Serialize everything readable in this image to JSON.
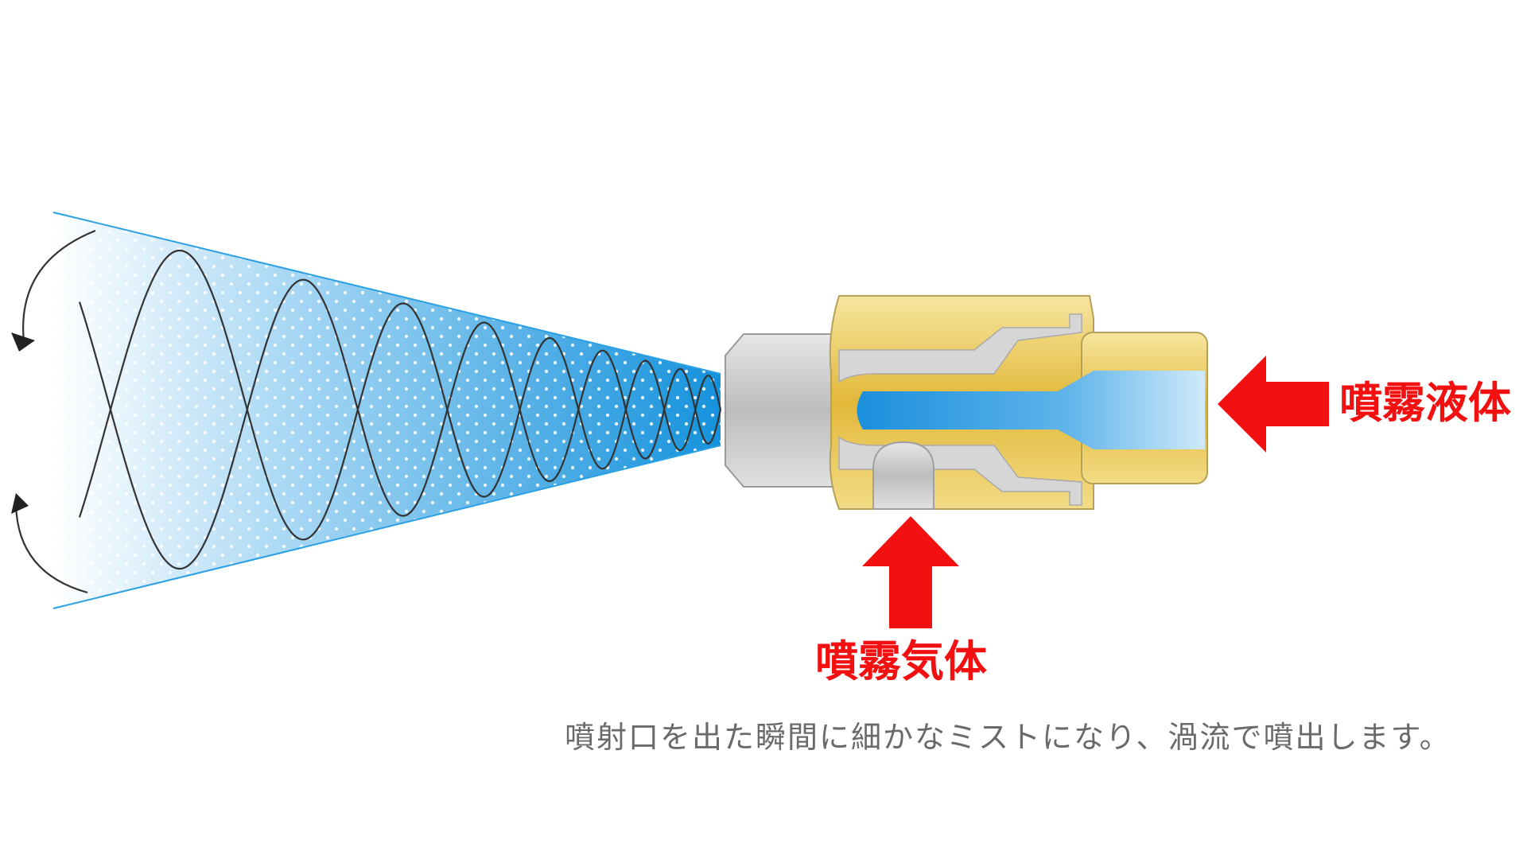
{
  "labels": {
    "liquid": "噴霧液体",
    "gas": "噴霧気体"
  },
  "caption": "噴射口を出た瞬間に細かなミストになり、渦流で噴出します。",
  "colors": {
    "arrow": "#f21010",
    "spray_blue": "#1e9be0",
    "brass": "#e8c64a",
    "steel": "#c8c8c8",
    "caption": "#6a6a6a"
  }
}
